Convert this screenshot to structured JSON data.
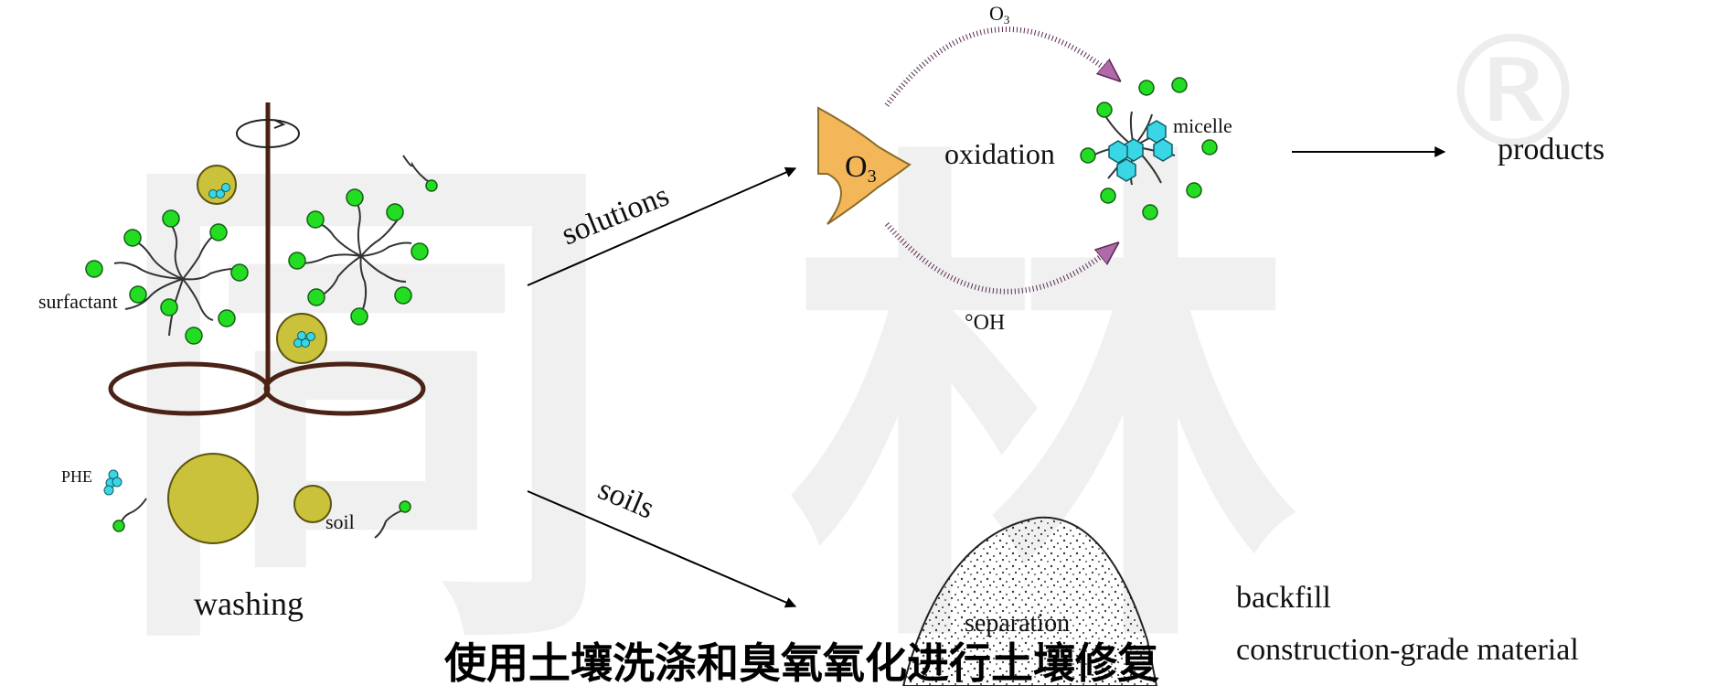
{
  "watermark": {
    "glyphs": [
      "同",
      "林"
    ],
    "registered_mark": "®"
  },
  "washing_panel": {
    "label_surfactant": "surfactant",
    "label_phe": "PHE",
    "label_soil": "soil",
    "label_washing": "washing"
  },
  "routes": {
    "solutions": "solutions",
    "soils": "soils"
  },
  "oxidation_panel": {
    "ozone_label": "O",
    "ozone_sub": "3",
    "top_arrow_label": "O",
    "top_arrow_sub": "3",
    "bottom_arrow_label": "°OH",
    "oxidation": "oxidation",
    "micelle": "micelle",
    "products": "products"
  },
  "soil_panel": {
    "separation": "separation",
    "backfill": "backfill",
    "construction": "construction-grade material"
  },
  "caption": "使用土壤洗涤和臭氧氧化进行土壤修复",
  "colors": {
    "sphere_green": "#22dd22",
    "soil_olive": "#c9c23a",
    "phe_cyan": "#3ad6e6",
    "ozone_orange": "#f3b75a",
    "stirrer_brown": "#4a2216",
    "arc_purple": "#5a2a55",
    "arrow_purple": "#b06aa8",
    "watermark_grey": "#ececec"
  }
}
